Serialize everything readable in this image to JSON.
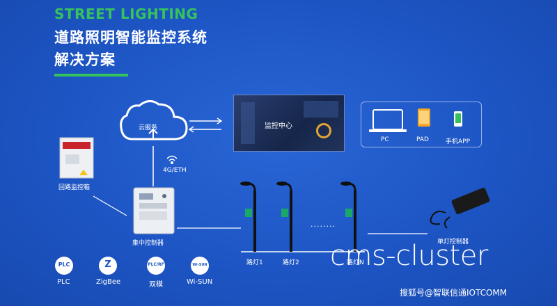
{
  "header": {
    "title_en": "STREET LIGHTING",
    "title_cn_line1": "道路照明智能监控系统",
    "title_cn_line2": "解决方案"
  },
  "nodes": {
    "cloud": "云服务",
    "monitor": "监控中心",
    "network": "4G/ETH",
    "cabinet": "回路监控箱",
    "concentrator": "集中控制器",
    "lamp1": "路灯1",
    "lamp2": "路灯2",
    "lamp3": "路灯N",
    "lamp_dots": "........",
    "single_controller": "单灯控制器"
  },
  "clients": [
    "PC",
    "PAD",
    "手机APP"
  ],
  "protocols": [
    {
      "label": "PLC",
      "icon_text": "PLC",
      "icon": "plc-icon"
    },
    {
      "label": "ZigBee",
      "icon_text": "Z",
      "icon": "zigbee-icon"
    },
    {
      "label": "双模",
      "icon_text": "PLC/RF",
      "icon": "dual-mode-icon"
    },
    {
      "label": "Wi-SUN",
      "icon_text": "Wi-SUN",
      "icon": "wisun-icon"
    }
  ],
  "overlay": {
    "watermark": "cms-cluster",
    "source": "搜狐号@智联信通IOTCOMM"
  },
  "colors": {
    "background": "#1d55c4",
    "accent_green": "#35c45c",
    "line_white": "#ffffff"
  }
}
